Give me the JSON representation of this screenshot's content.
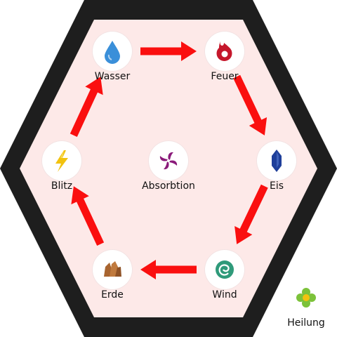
{
  "colors": {
    "frame": "#1e1e1e",
    "background": "#fde9e8",
    "arrow": "#fa0f0f"
  },
  "elements": [
    {
      "id": "wasser",
      "label": "Wasser",
      "icon": "water-drop-icon",
      "color": "#3a8fd9"
    },
    {
      "id": "feuer",
      "label": "Feuer",
      "icon": "fire-icon",
      "color": "#c5172b"
    },
    {
      "id": "eis",
      "label": "Eis",
      "icon": "ice-crystal-icon",
      "color": "#1f3f9a"
    },
    {
      "id": "wind",
      "label": "Wind",
      "icon": "wind-swirl-icon",
      "color": "#2f9a7a"
    },
    {
      "id": "erde",
      "label": "Erde",
      "icon": "earth-rock-icon",
      "color": "#a8642f"
    },
    {
      "id": "blitz",
      "label": "Blitz",
      "icon": "lightning-icon",
      "color": "#f2c20f"
    },
    {
      "id": "absorbtion",
      "label": "Absorbtion",
      "icon": "absorption-pinwheel-icon",
      "color": "#8a1a7a"
    },
    {
      "id": "heilung",
      "label": "Heilung",
      "icon": "healing-flower-icon",
      "color": "#7cc23a"
    }
  ],
  "cycle": [
    "wasser",
    "feuer",
    "eis",
    "wind",
    "erde",
    "blitz",
    "wasser"
  ]
}
